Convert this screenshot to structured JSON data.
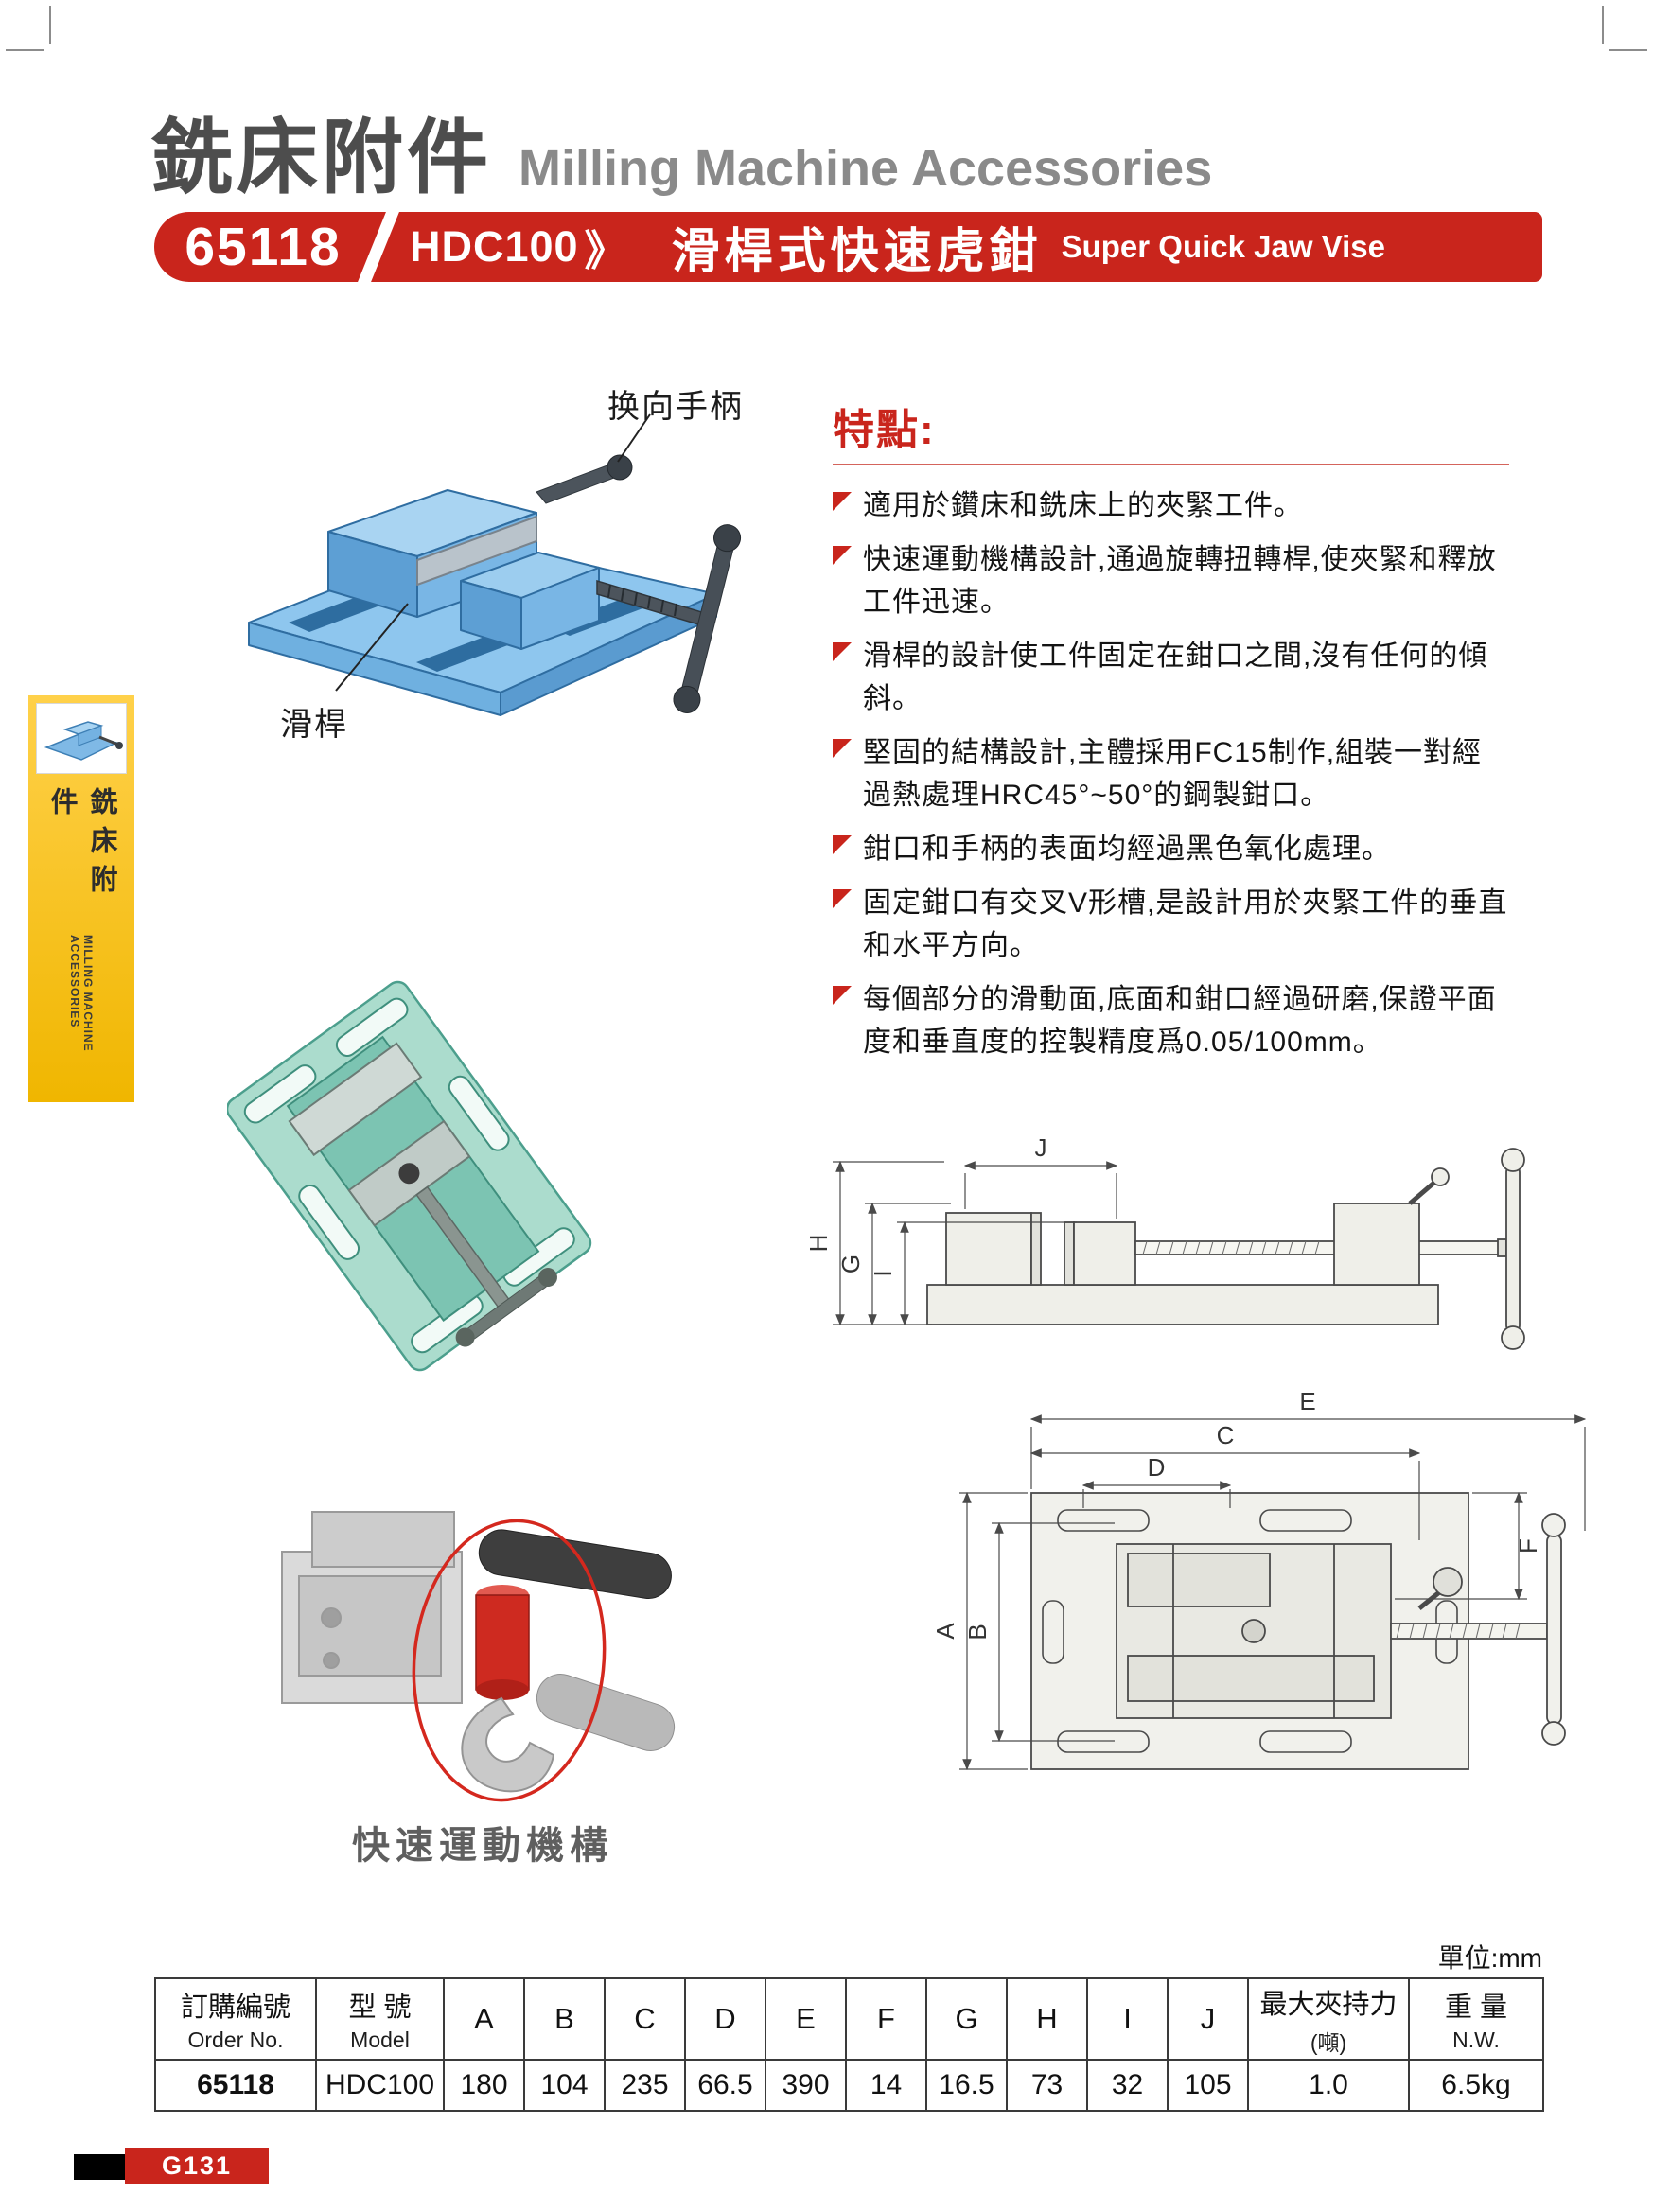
{
  "header": {
    "title_zh": "銑床附件",
    "title_en": "Milling Machine Accessories"
  },
  "banner": {
    "order_no": "65118",
    "model": "HDC100",
    "chevron": "》",
    "name_zh": "滑桿式快速虎鉗",
    "name_en": "Super Quick Jaw Vise"
  },
  "sidebar": {
    "label_zh": "銑床附件",
    "label_en": "MILLING MACHINE ACCESSORIES"
  },
  "figures": {
    "callout_handle": "换向手柄",
    "callout_slider": "滑桿",
    "mechanism_caption": "快速運動機構"
  },
  "features": {
    "heading": "特點:",
    "items": [
      "適用於鑽床和銑床上的夾緊工件。",
      "快速運動機構設計,通過旋轉扭轉桿,使夾緊和釋放工件迅速。",
      "滑桿的設計使工件固定在鉗口之間,沒有任何的傾斜。",
      "堅固的結構設計,主體採用FC15制作,組裝一對經過熱處理HRC45°~50°的鋼製鉗口。",
      "鉗口和手柄的表面均經過黑色氧化處理。",
      "固定鉗口有交叉V形槽,是設計用於夾緊工件的垂直和水平方向。",
      "每個部分的滑動面,底面和鉗口經過研磨,保證平面度和垂直度的控製精度爲0.05/100mm。"
    ]
  },
  "drawings": {
    "side_view": {
      "j": "J",
      "i": "I",
      "g": "G",
      "h": "H"
    },
    "top_view": {
      "e": "E",
      "c": "C",
      "d": "D",
      "f": "F",
      "a": "A",
      "b": "B"
    }
  },
  "table": {
    "unit": "單位:mm",
    "col_order_zh": "訂購編號",
    "col_order_en": "Order No.",
    "col_model_zh": "型 號",
    "col_model_en": "Model",
    "dims": [
      "A",
      "B",
      "C",
      "D",
      "E",
      "F",
      "G",
      "H",
      "I",
      "J"
    ],
    "col_force_zh": "最大夾持力",
    "col_force_en": "(噸)",
    "col_weight_zh": "重 量",
    "col_weight_en": "N.W.",
    "row": {
      "order_no": "65118",
      "model": "HDC100",
      "values": [
        "180",
        "104",
        "235",
        "66.5",
        "390",
        "14",
        "16.5",
        "73",
        "32",
        "105"
      ],
      "force": "1.0",
      "weight": "6.5kg"
    }
  },
  "footer": {
    "page_number": "G131"
  },
  "colors": {
    "accent_red": "#c9251c",
    "tab_yellow": "#f5bf00",
    "vise_blue": "#6fb0e0",
    "vise_green": "#7cc4b2"
  }
}
